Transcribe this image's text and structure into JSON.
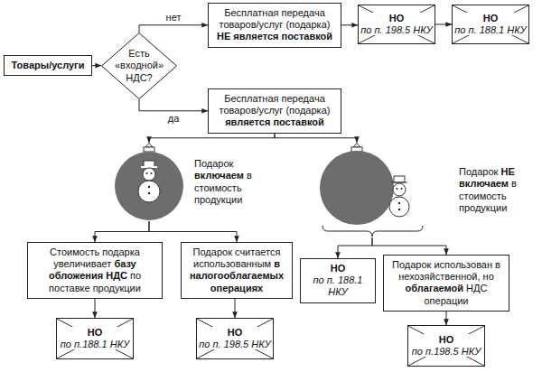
{
  "diagram": {
    "nodes": [
      {
        "text": [
          "Товары/услуги"
        ]
      },
      {
        "text": [
          "Есть «входной» НДС?"
        ]
      },
      {
        "text": [
          "Бесплатная передача товаров/услуг (подарка) НЕ является поставкой"
        ]
      },
      {
        "text": [
          "НО по п. 198.5 НКУ"
        ]
      },
      {
        "text": [
          "НО по п. 188.1 НКУ"
        ]
      },
      {
        "text": [
          "Бесплатная передача товаров/услуг (подарка) является поставкой"
        ]
      },
      {
        "text": [
          "Подарок включаем в стоимость продукции"
        ]
      },
      {
        "text": [
          "Подарок НЕ включаем в стоимость продукции"
        ]
      },
      {
        "text": [
          "Стоимость подарка увеличивает базу обложения НДС по поставке продукции"
        ]
      },
      {
        "text": [
          "Подарок считается использованным в налогооблагаемых операциях"
        ]
      },
      {
        "text": [
          "НО по п. 188.1 НКУ"
        ]
      },
      {
        "text": [
          "Подарок использован в нехозяйственной, но облагаемой НДС операции"
        ]
      },
      {
        "text": [
          "НО по п.188.1 НКУ"
        ]
      },
      {
        "text": [
          "НО по п. 198.5 НКУ"
        ]
      },
      {
        "text": [
          "НО по п.198.5 НКУ"
        ]
      }
    ],
    "edges": [
      {
        "from": 0,
        "to": 1,
        "arrow": "to"
      },
      {
        "from": 1,
        "to": 2,
        "label": "нет",
        "arrow": "to"
      },
      {
        "from": 1,
        "to": 5,
        "label": "да",
        "arrow": "to"
      },
      {
        "from": 2,
        "to": 3,
        "arrow": "to"
      },
      {
        "from": 3,
        "to": 4,
        "arrow": "to"
      },
      {
        "from": 5,
        "to": 6,
        "arrow": "to"
      },
      {
        "from": 5,
        "to": 7,
        "arrow": "to"
      },
      {
        "from": 6,
        "to": 8,
        "arrow": "to"
      },
      {
        "from": 6,
        "to": 9,
        "arrow": "to"
      },
      {
        "from": 7,
        "to": 10,
        "arrow": "to"
      },
      {
        "from": 7,
        "to": 11,
        "arrow": "to"
      },
      {
        "from": 8,
        "to": 12,
        "arrow": "to"
      },
      {
        "from": 9,
        "to": 13,
        "arrow": "to"
      },
      {
        "from": 11,
        "to": 14,
        "arrow": "to"
      }
    ]
  }
}
